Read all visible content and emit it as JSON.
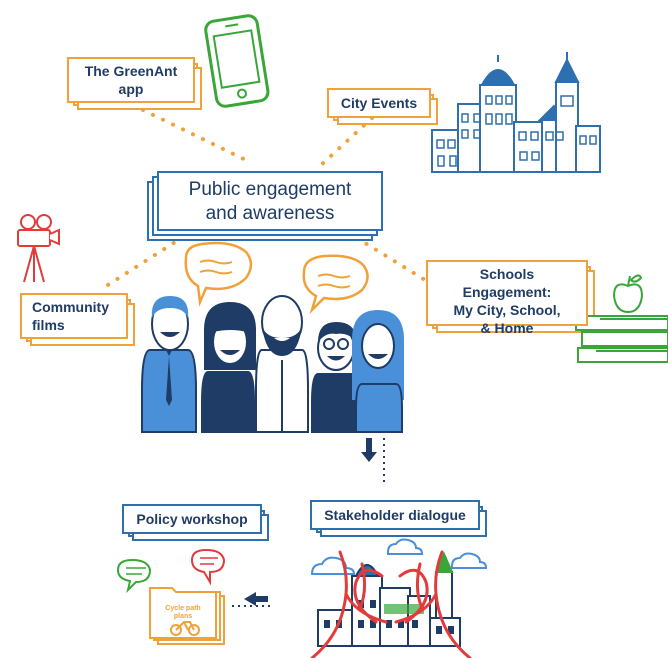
{
  "labels": {
    "greenant_app": [
      "The GreenAnt",
      "app"
    ],
    "city_events": "City Events",
    "public_engagement": [
      "Public engagement",
      "and awareness"
    ],
    "community_films": [
      "Community",
      "films"
    ],
    "schools_engagement": [
      "Schools Engagement:",
      "My City, School,",
      "& Home"
    ],
    "policy_workshop": "Policy workshop",
    "stakeholder_dialogue": "Stakeholder dialogue",
    "folder_text": [
      "Cycle path",
      "plans"
    ]
  },
  "icons": {
    "phone": "smartphone-icon",
    "city": "city-buildings-icon",
    "camera": "film-camera-icon",
    "books": "books-apple-icon",
    "people": "people-group-icon",
    "speech": "speech-bubble-icon",
    "folder": "folder-icon",
    "hands": "heart-hands-city-icon"
  },
  "colors": {
    "orange": "#f0a13a",
    "blue": "#2e6fb0",
    "dark_blue": "#1f3c66",
    "green": "#3aa63a",
    "red": "#e23b3b",
    "light_blue": "#4a90d9"
  }
}
